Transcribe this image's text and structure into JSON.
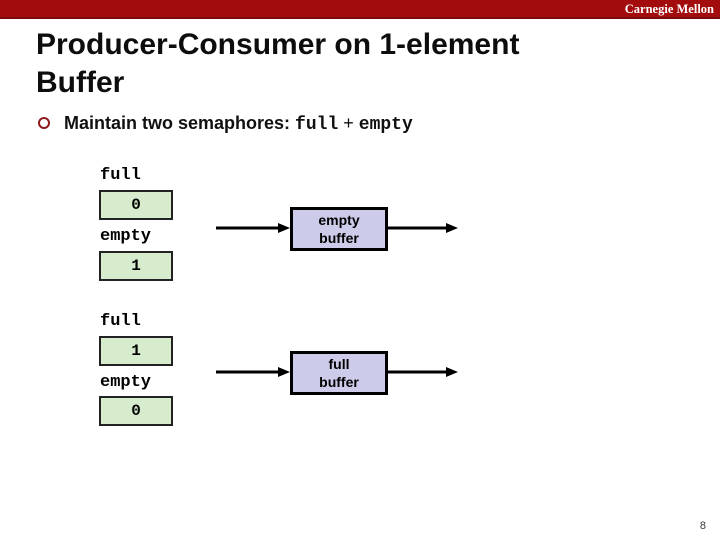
{
  "header": {
    "brand": "Carnegie Mellon"
  },
  "title": {
    "line1": "Producer-Consumer on 1-element",
    "line2": "Buffer"
  },
  "bullet": {
    "prefix": "Maintain two semaphores: ",
    "sem1": "full",
    "joiner": " + ",
    "sem2": "empty"
  },
  "diagrams": [
    {
      "semaphores": [
        {
          "name": "full",
          "value": "0"
        },
        {
          "name": "empty",
          "value": "1"
        }
      ],
      "buffer_label": [
        "empty",
        "buffer"
      ]
    },
    {
      "semaphores": [
        {
          "name": "full",
          "value": "1"
        },
        {
          "name": "empty",
          "value": "0"
        }
      ],
      "buffer_label": [
        "full",
        "buffer"
      ]
    }
  ],
  "page_number": "8",
  "colors": {
    "header_bar": "#a30c0c",
    "header_bar_border": "#7c0b0b",
    "bullet_marker": "#8d1b1b",
    "sem_box_fill": "#d6eccd",
    "buffer_box_fill": "#ccccea",
    "arrow": "#000000"
  }
}
